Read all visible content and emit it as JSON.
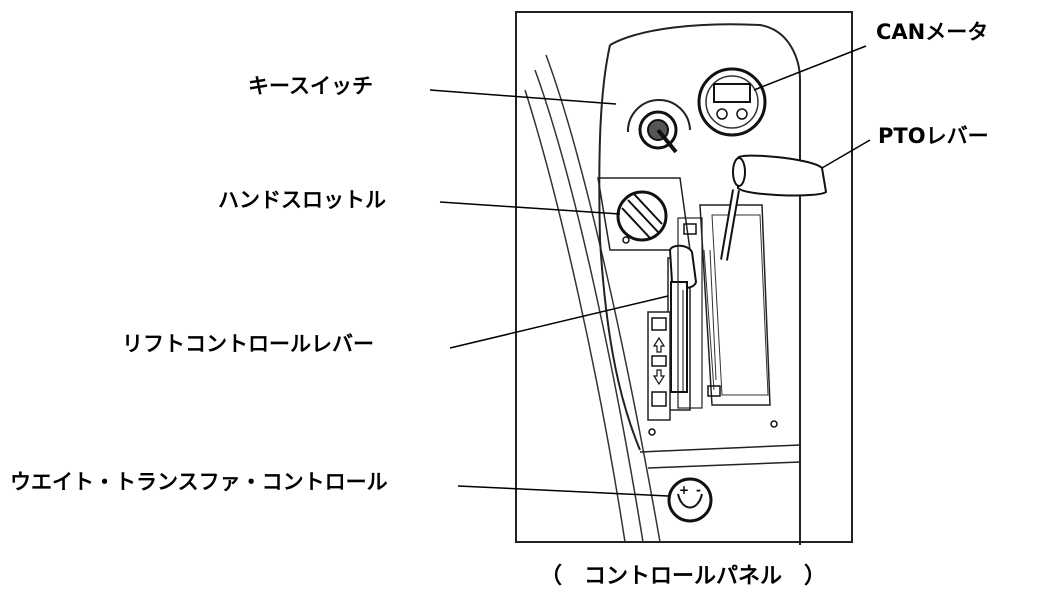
{
  "labels": {
    "key_switch": "キースイッチ",
    "hand_throttle": "ハンドスロットル",
    "lift_control_lever": "リフトコントロールレバー",
    "weight_transfer_control": "ウエイト・トランスファ・コントロール",
    "can_meter": "CANメータ",
    "pto_lever": "PTOレバー"
  },
  "caption": "（　コントロールパネル　）"
}
